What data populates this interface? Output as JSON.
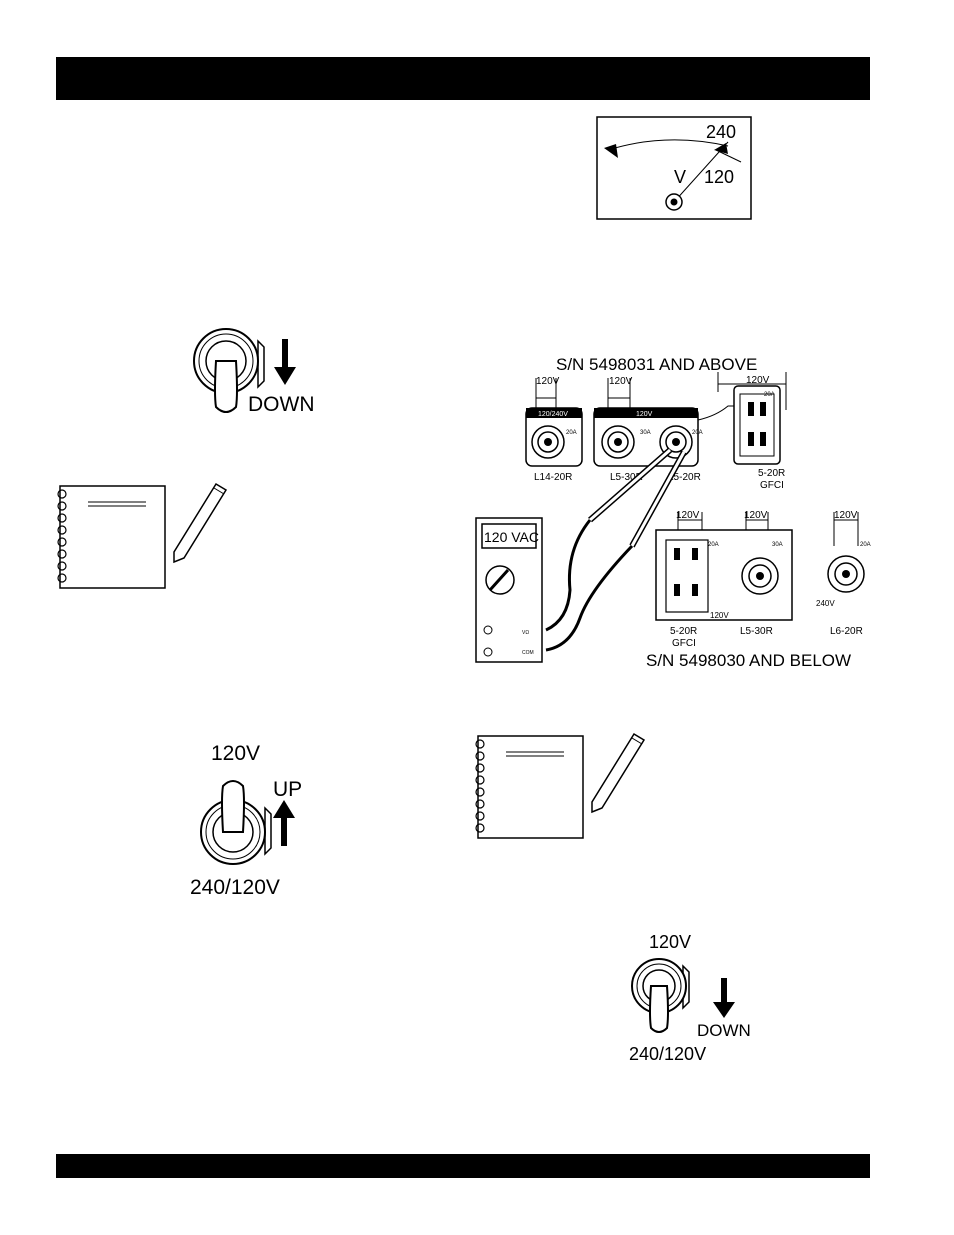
{
  "voltmeter": {
    "scale_high": "240",
    "scale_low": "120",
    "unit": "V"
  },
  "switch_down_1": {
    "direction": "DOWN"
  },
  "switch_up": {
    "top_label": "120V",
    "direction": "UP",
    "bottom_label": "240/120V"
  },
  "switch_down_2": {
    "top_label": "120V",
    "direction": "DOWN",
    "bottom_label": "240/120V"
  },
  "receptacles": {
    "sn_above": "S/N 5498031 AND ABOVE",
    "sn_below": "S/N 5498030 AND BELOW",
    "meter_display": "120 VAC",
    "upper": {
      "dim_l14": "120V",
      "dim_l5": "120V",
      "dim_gfci": "120V",
      "panel1_label": "120/240V",
      "panel2_label": "120V",
      "amp_l14": "20A",
      "amp_l530": "30A",
      "amp_l520": "20A",
      "amp_gfci": "20A",
      "name_l14": "L14-20R",
      "name_l530": "L5-30R",
      "name_l520": "L5-20R",
      "name_gfci": "5-20R",
      "name_gfci_sub": "GFCI"
    },
    "lower": {
      "dim_gfci": "120V",
      "dim_l530": "120V",
      "dim_l620": "120V",
      "amp_gfci": "20A",
      "amp_l530": "30A",
      "amp_l620": "20A",
      "panel_label": "120V",
      "l620_voltage": "240V",
      "name_gfci": "5-20R",
      "name_gfci_sub": "GFCI",
      "name_l530": "L5-30R",
      "name_l620": "L6-20R"
    },
    "meter_jack_v": "VΩ",
    "meter_jack_com": "COM"
  }
}
